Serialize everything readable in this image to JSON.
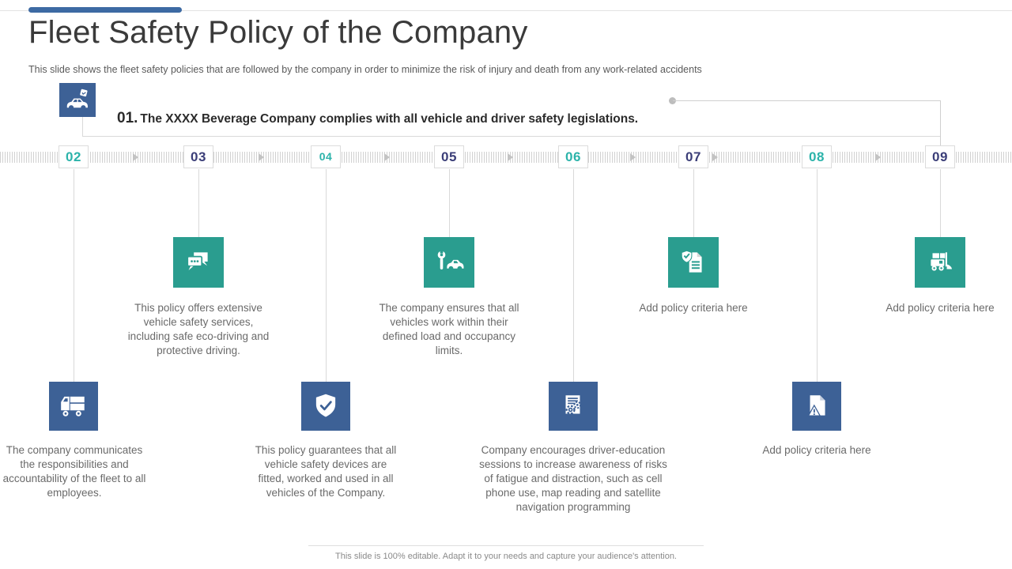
{
  "slide": {
    "title": "Fleet Safety Policy of the Company",
    "subtitle": "This slide shows the fleet safety policies that are followed by the company in order to minimize the risk of injury and death from any work-related accidents",
    "footer": "This slide is 100% editable. Adapt it to your needs and capture your audience's attention."
  },
  "colors": {
    "accent_blue": "#3d6196",
    "accent_green": "#2a9d8f",
    "topbar_blue": "#3d6aa3",
    "number_teal": "#2cb3aa",
    "number_dark": "#3b3e78",
    "body_text": "#6a6a6a"
  },
  "policy01": {
    "number": "01.",
    "text": "The XXXX Beverage Company complies with all vehicle and driver safety legislations.",
    "icon": "car-check-icon"
  },
  "timeline": {
    "items": [
      {
        "number": "02",
        "icon": "delivery-truck-icon",
        "row": "bottom",
        "accent": "teal",
        "text": "The company communicates the responsibilities and accountability of the fleet to all employees."
      },
      {
        "number": "03",
        "icon": "chat-bubbles-icon",
        "row": "top",
        "accent": "dark",
        "text": "This policy offers extensive vehicle safety services, including safe eco-driving and protective driving."
      },
      {
        "number": "04",
        "icon": "shield-check-icon",
        "row": "bottom",
        "accent": "teal",
        "text": "This policy guarantees that all vehicle safety devices are fitted, worked and used in all vehicles of the Company."
      },
      {
        "number": "05",
        "icon": "car-service-wrench-icon",
        "row": "top",
        "accent": "dark",
        "text": "The company ensures that all vehicles work within their defined load and occupancy limits."
      },
      {
        "number": "06",
        "icon": "document-gears-icon",
        "row": "bottom",
        "accent": "teal",
        "text": "Company encourages driver-education sessions to increase awareness of risks of fatigue and distraction, such as cell phone use, map reading and satellite navigation programming"
      },
      {
        "number": "07",
        "icon": "shield-document-icon",
        "row": "top",
        "accent": "dark",
        "text": "Add policy criteria here"
      },
      {
        "number": "08",
        "icon": "document-warning-icon",
        "row": "bottom",
        "accent": "teal",
        "text": "Add policy criteria here"
      },
      {
        "number": "09",
        "icon": "forklift-icon",
        "row": "top",
        "accent": "dark",
        "text": "Add policy criteria here"
      }
    ]
  }
}
